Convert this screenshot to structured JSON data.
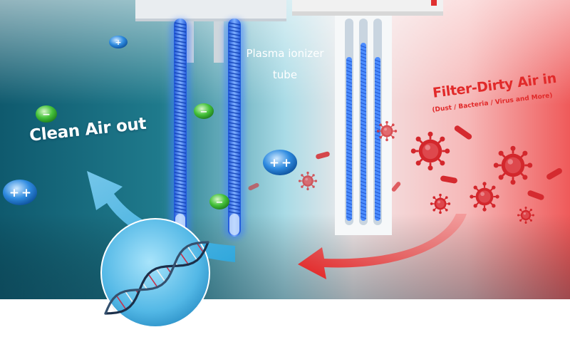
{
  "labels": {
    "clean_air_out": "Clean Air out",
    "plasma_ionizer": "Plasma ionizer tube",
    "dirty_air_in": "Filter-Dirty Air in",
    "dirty_air_sub": "(Dust / Bacteria / Virus and More)"
  },
  "ions": {
    "positive_symbol": "+",
    "negative_symbol": "−"
  },
  "colors": {
    "clean_side": "#1d6f8a",
    "dirty_side": "#f06060",
    "arrow_blue": "#2ea8df",
    "arrow_red": "#e52828",
    "tube_glow": "#2f7bff",
    "virus": "#d9292e",
    "negative_ion": "#38b23a",
    "positive_ion": "#1c7bd6"
  },
  "icons": {
    "dna": "dna-helix-icon",
    "virus": "virus-icon",
    "bacteria": "bacteria-icon",
    "positive_ion": "positive-ion-icon",
    "negative_ion": "negative-ion-icon"
  }
}
